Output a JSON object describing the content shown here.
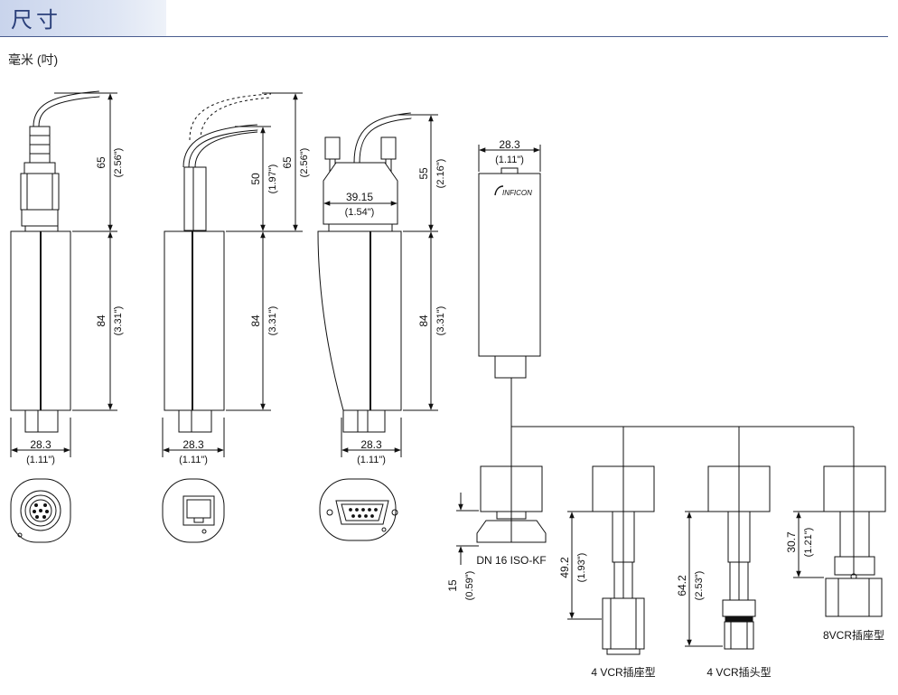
{
  "header": {
    "title": "尺寸",
    "units": "毫米 (吋)"
  },
  "brand": "INFICON",
  "dims": {
    "g1_cable": "65",
    "g1_cable_in": "(2.56\")",
    "g1_body": "84",
    "g1_body_in": "(3.31\")",
    "g1_w": "28.3",
    "g1_w_in": "(1.11\")",
    "g2_cable_a": "50",
    "g2_cable_a_in": "(1.97\")",
    "g2_cable_b": "65",
    "g2_cable_b_in": "(2.56\")",
    "g2_body": "84",
    "g2_body_in": "(3.31\")",
    "g2_w": "28.3",
    "g2_w_in": "(1.11\")",
    "g3_cable": "55",
    "g3_cable_in": "(2.16\")",
    "g3_conn": "39.15",
    "g3_conn_in": "(1.54\")",
    "g3_body": "84",
    "g3_body_in": "(3.31\")",
    "g3_w": "28.3",
    "g3_w_in": "(1.11\")",
    "g4_w": "28.3",
    "g4_w_in": "(1.11\")",
    "f1_h": "15",
    "f1_h_in": "(0.59\")",
    "f2_h": "49.2",
    "f2_h_in": "(1.93\")",
    "f3_h": "64.2",
    "f3_h_in": "(2.53\")",
    "f4_h": "30.7",
    "f4_h_in": "(1.21\")"
  },
  "fittings": {
    "f1": "DN 16 ISO-KF",
    "f2": "4 VCR插座型",
    "f3": "4 VCR插头型",
    "f4": "8VCR插座型"
  }
}
